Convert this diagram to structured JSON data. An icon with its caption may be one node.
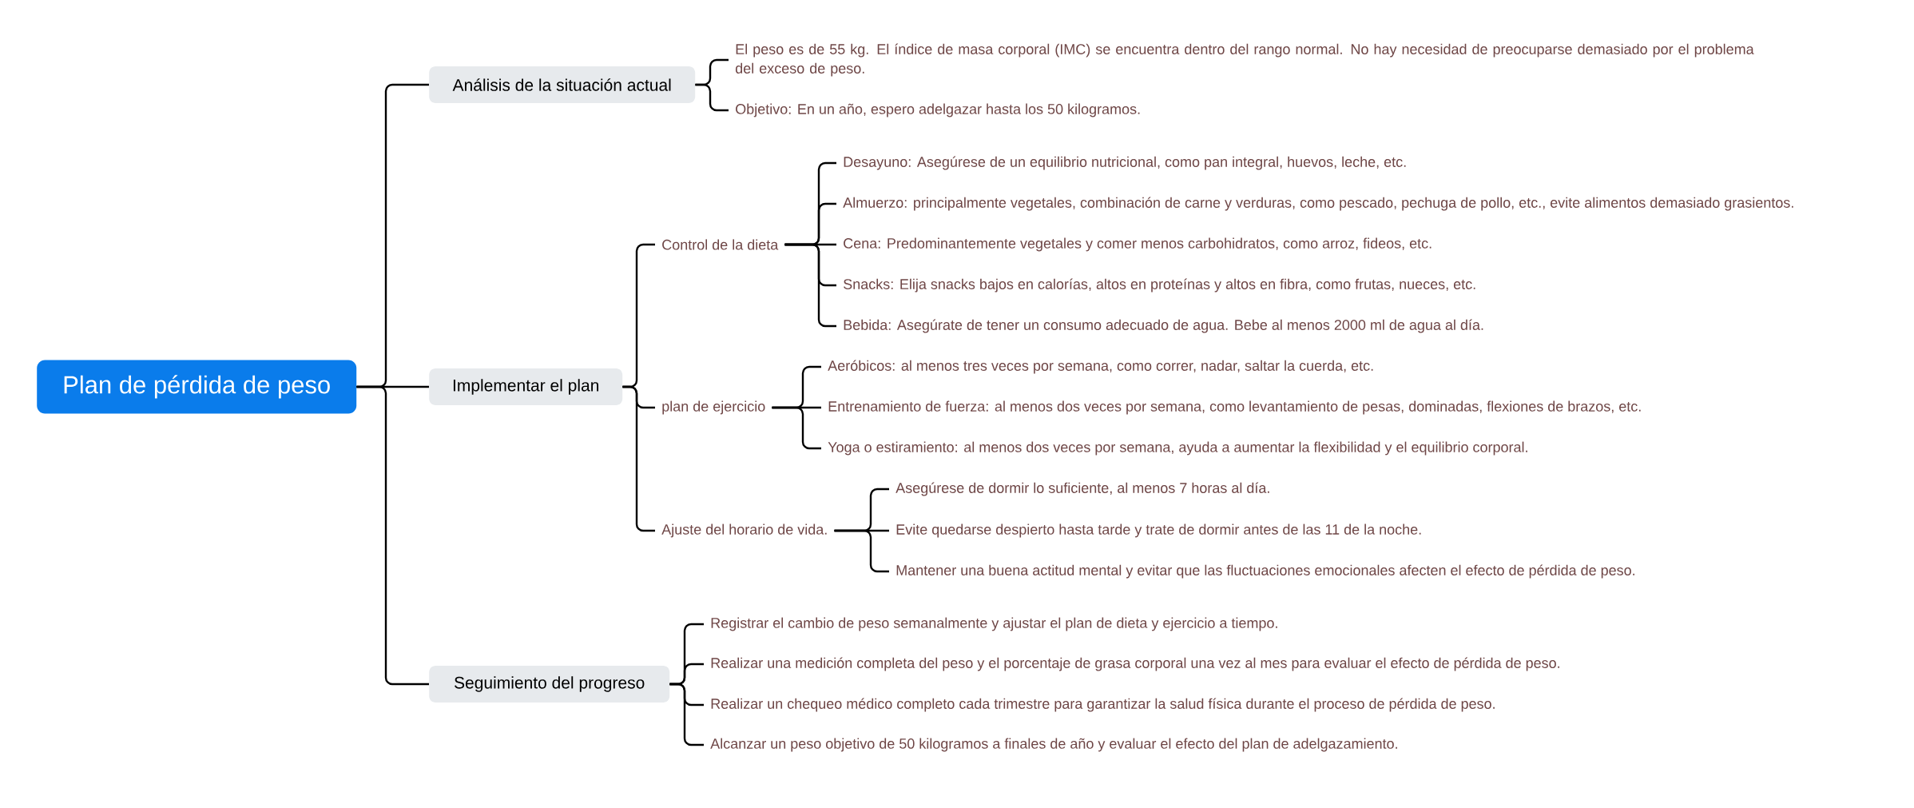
{
  "diagram": {
    "nodes": [
      {
        "text": [
          "Plan de pérdida de peso"
        ]
      },
      {
        "text": [
          "Análisis de la situación actual"
        ]
      },
      {
        "text": [
          "El peso es de 55 kg. El índice de masa corporal (IMC) se encuentra dentro del rango normal. No hay necesidad de preocuparse demasiado por el problema del exceso de peso."
        ]
      },
      {
        "text": [
          "Objetivo: En un año, espero adelgazar hasta los 50 kilogramos."
        ]
      },
      {
        "text": [
          "Implementar el plan"
        ]
      },
      {
        "text": [
          "Control de la dieta"
        ]
      },
      {
        "text": [
          "Desayuno: Asegúrese de un equilibrio nutricional, como pan integral, huevos, leche, etc."
        ]
      },
      {
        "text": [
          "Almuerzo: principalmente vegetales, combinación de carne y verduras, como pescado, pechuga de pollo, etc., evite alimentos demasiado grasientos."
        ]
      },
      {
        "text": [
          "Cena: Predominantemente vegetales y comer menos carbohidratos, como arroz, fideos, etc."
        ]
      },
      {
        "text": [
          "Snacks: Elija snacks bajos en calorías, altos en proteínas y altos en fibra, como frutas, nueces, etc."
        ]
      },
      {
        "text": [
          "Bebida: Asegúrate de tener un consumo adecuado de agua. Bebe al menos 2000 ml de agua al día."
        ]
      },
      {
        "text": [
          "plan de ejercicio"
        ]
      },
      {
        "text": [
          "Aeróbicos: al menos tres veces por semana, como correr, nadar, saltar la cuerda, etc."
        ]
      },
      {
        "text": [
          "Entrenamiento de fuerza: al menos dos veces por semana, como levantamiento de pesas, dominadas, flexiones de brazos, etc."
        ]
      },
      {
        "text": [
          "Yoga o estiramiento: al menos dos veces por semana, ayuda a aumentar la flexibilidad y el equilibrio corporal."
        ]
      },
      {
        "text": [
          "Ajuste del horario de vida."
        ]
      },
      {
        "text": [
          "Asegúrese de dormir lo suficiente, al menos 7 horas al día."
        ]
      },
      {
        "text": [
          "Evite quedarse despierto hasta tarde y trate de dormir antes de las 11 de la noche."
        ]
      },
      {
        "text": [
          "Mantener una buena actitud mental y evitar que las fluctuaciones emocionales afecten el efecto de pérdida de peso."
        ]
      },
      {
        "text": [
          "Seguimiento del progreso"
        ]
      },
      {
        "text": [
          "Registrar el cambio de peso semanalmente y ajustar el plan de dieta y ejercicio a tiempo."
        ]
      },
      {
        "text": [
          "Realizar una medición completa del peso y el porcentaje de grasa corporal una vez al mes para evaluar el efecto de pérdida de peso."
        ]
      },
      {
        "text": [
          "Realizar un chequeo médico completo cada trimestre para garantizar la salud física durante el proceso de pérdida de peso."
        ]
      },
      {
        "text": [
          "Alcanzar un peso objetivo de 50 kilogramos a finales de año y evaluar el efecto del plan de adelgazamiento."
        ]
      }
    ],
    "edges": [
      {
        "from": 0,
        "to": 1,
        "arrow": "none"
      },
      {
        "from": 0,
        "to": 4,
        "arrow": "none"
      },
      {
        "from": 0,
        "to": 19,
        "arrow": "none"
      },
      {
        "from": 1,
        "to": 2,
        "arrow": "none"
      },
      {
        "from": 1,
        "to": 3,
        "arrow": "none"
      },
      {
        "from": 4,
        "to": 5,
        "arrow": "none"
      },
      {
        "from": 4,
        "to": 11,
        "arrow": "none"
      },
      {
        "from": 4,
        "to": 15,
        "arrow": "none"
      },
      {
        "from": 5,
        "to": 6,
        "arrow": "none"
      },
      {
        "from": 5,
        "to": 7,
        "arrow": "none"
      },
      {
        "from": 5,
        "to": 8,
        "arrow": "none"
      },
      {
        "from": 5,
        "to": 9,
        "arrow": "none"
      },
      {
        "from": 5,
        "to": 10,
        "arrow": "none"
      },
      {
        "from": 11,
        "to": 12,
        "arrow": "none"
      },
      {
        "from": 11,
        "to": 13,
        "arrow": "none"
      },
      {
        "from": 11,
        "to": 14,
        "arrow": "none"
      },
      {
        "from": 15,
        "to": 16,
        "arrow": "none"
      },
      {
        "from": 15,
        "to": 17,
        "arrow": "none"
      },
      {
        "from": 15,
        "to": 18,
        "arrow": "none"
      },
      {
        "from": 19,
        "to": 20,
        "arrow": "none"
      },
      {
        "from": 19,
        "to": 21,
        "arrow": "none"
      },
      {
        "from": 19,
        "to": 22,
        "arrow": "none"
      },
      {
        "from": 19,
        "to": 23,
        "arrow": "none"
      }
    ]
  }
}
